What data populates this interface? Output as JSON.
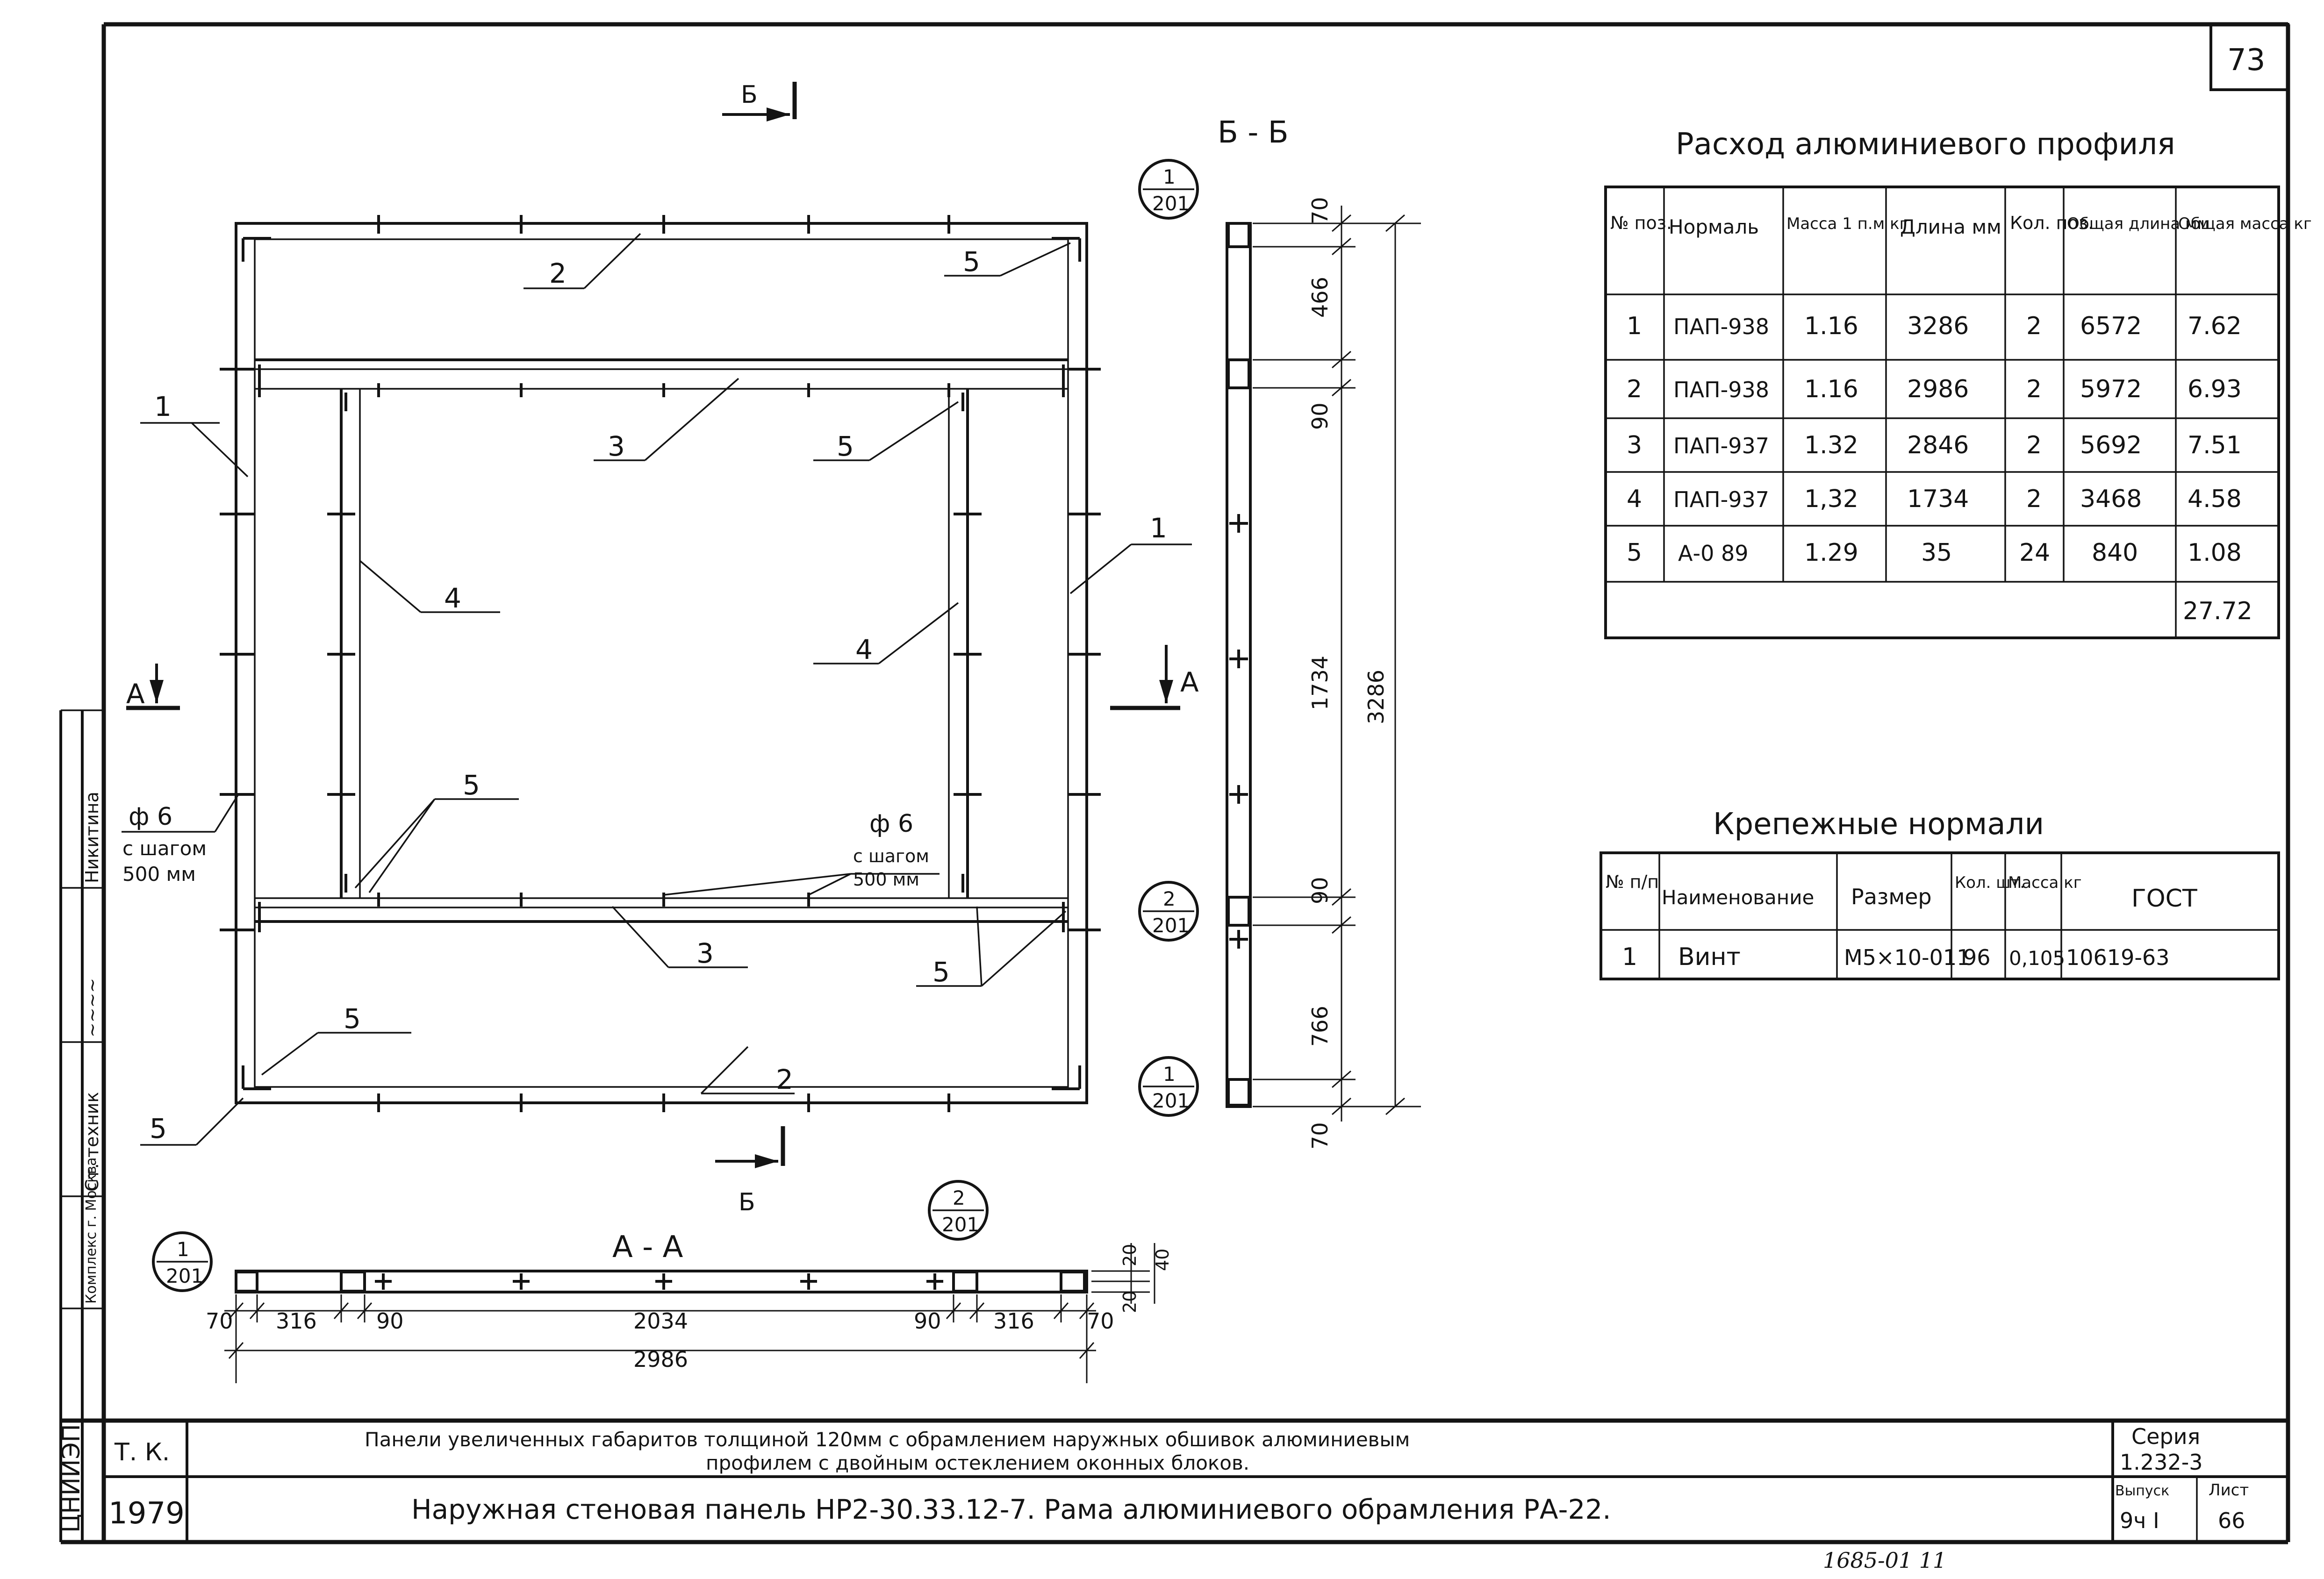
{
  "sheet": {
    "page_number": "73",
    "stamp_bottom": "1685-01 11"
  },
  "profile_table": {
    "title": "Расход алюминиевого профиля",
    "headers": [
      "№ поз.",
      "Нормаль",
      "Масса 1 п.м кг",
      "Длина мм",
      "Кол. поз.",
      "Общая длина мм",
      "Общая масса кг"
    ],
    "rows": [
      [
        "1",
        "ПАП-938",
        "1.16",
        "3286",
        "2",
        "6572",
        "7.62"
      ],
      [
        "2",
        "ПАП-938",
        "1.16",
        "2986",
        "2",
        "5972",
        "6.93"
      ],
      [
        "3",
        "ПАП-937",
        "1.32",
        "2846",
        "2",
        "5692",
        "7.51"
      ],
      [
        "4",
        "ПАП-937",
        "1,32",
        "1734",
        "2",
        "3468",
        "4.58"
      ],
      [
        "5",
        "А-0 89",
        "1.29",
        "35",
        "24",
        "840",
        "1.08"
      ]
    ],
    "total": "27.72"
  },
  "fastener_table": {
    "title": "Крепежные нормали",
    "headers": [
      "№ п/п",
      "Наименование",
      "Размер",
      "Кол. шт.",
      "Масса кг",
      "ГОСТ"
    ],
    "rows": [
      [
        "1",
        "Винт",
        "М5×10-011",
        "96",
        "0,105",
        "10619-63"
      ]
    ]
  },
  "frame_drawing": {
    "labels": {
      "p1": "1",
      "p2": "2",
      "p3": "3",
      "p4": "4",
      "p5": "5"
    },
    "section_bb_marker": "Б",
    "section_aa_marker": "А",
    "pitch_note": [
      "ф 6",
      "с шагом",
      "500 мм"
    ]
  },
  "section_bb": {
    "title": "Б - Б",
    "dims": [
      "70",
      "466",
      "90",
      "1734",
      "90",
      "766",
      "70"
    ],
    "overall": "3286",
    "callouts": [
      {
        "num": "1",
        "den": "201"
      },
      {
        "num": "2",
        "den": "201"
      },
      {
        "num": "1",
        "den": "201"
      }
    ]
  },
  "section_aa": {
    "title": "А - А",
    "dims": [
      "70",
      "316",
      "90",
      "2034",
      "90",
      "316",
      "70"
    ],
    "overall": "2986",
    "side_dims": [
      "20",
      "40",
      "20"
    ],
    "callouts": [
      {
        "num": "1",
        "den": "201"
      },
      {
        "num": "2",
        "den": "201"
      }
    ]
  },
  "title_block": {
    "org": "Т. К.",
    "year": "1979",
    "subtitle_line1": "Панели увеличенных габаритов толщиной 120мм с обрамлением наружных обшивок алюминиевым",
    "subtitle_line2": "профилем с двойным остеклением оконных блоков.",
    "title": "Наружная стеновая панель НР2-30.33.12-7. Рама алюминиевого обрамления РА-22.",
    "series_label": "Серия",
    "series_value": "1.232-3",
    "issue_label": "Выпуск",
    "issue_value": "9ч I",
    "sheet_label": "Лист",
    "sheet_value": "66"
  },
  "side_strip": {
    "org": "ЦНИИЭП",
    "city": "Комплекс г. Москва",
    "role": "Ст. техник",
    "name": "Никитина"
  }
}
